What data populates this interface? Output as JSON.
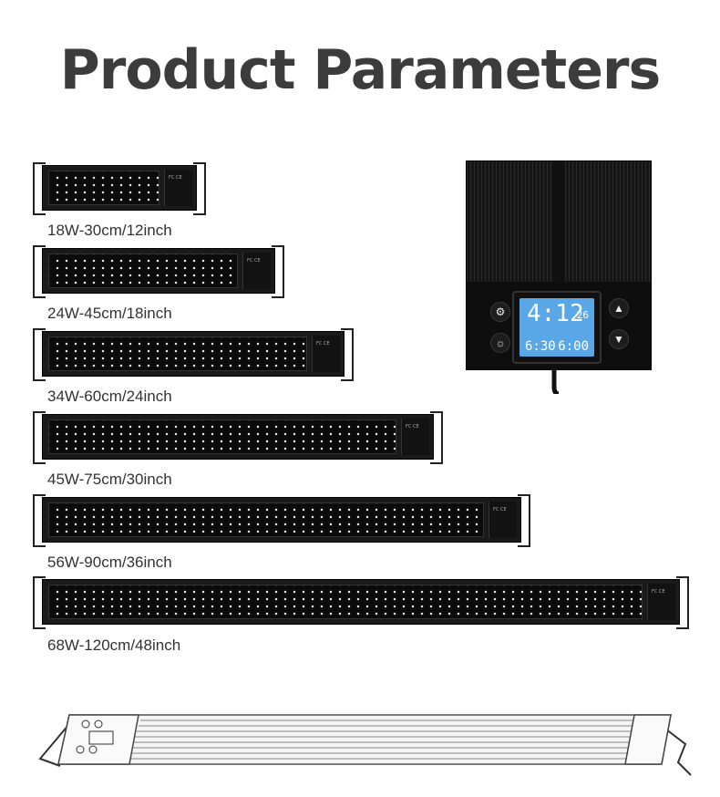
{
  "title": "Product Parameters",
  "models": [
    {
      "label": "18W-30cm/12inch"
    },
    {
      "label": "24W-45cm/18inch"
    },
    {
      "label": "34W-60cm/24inch"
    },
    {
      "label": "45W-75cm/30inch"
    },
    {
      "label": "56W-90cm/36inch"
    },
    {
      "label": "68W-120cm/48inch"
    }
  ],
  "controller": {
    "time": "4:12",
    "seconds": "26",
    "on_time": "6:30",
    "off_time": "6:00",
    "icons": [
      "gear-icon",
      "bulb-icon",
      "arrow-up-icon",
      "arrow-down-icon"
    ],
    "screen_color": "#5aa7e8"
  }
}
